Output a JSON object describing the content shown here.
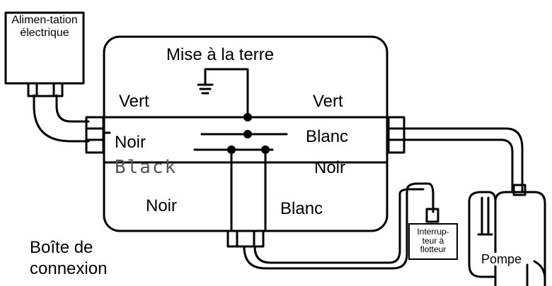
{
  "diagram": {
    "power_supply": "Alimen-tation électrique",
    "ground": "Mise à la terre",
    "wire_left_green": "Vert",
    "wire_right_green": "Vert",
    "wire_left_black": "Noir",
    "wire_left_black_en": "Black",
    "wire_right_white": "Blanc",
    "wire_right_black": "Noir",
    "wire_bottom_black": "Noir",
    "wire_bottom_white": "Blanc",
    "junction_box": "Boîte de connexion",
    "float_switch": "Interrup-teur à flotteur",
    "pump": "Pompe"
  },
  "colors": {
    "line": "#000000",
    "background": "#ffffff"
  }
}
